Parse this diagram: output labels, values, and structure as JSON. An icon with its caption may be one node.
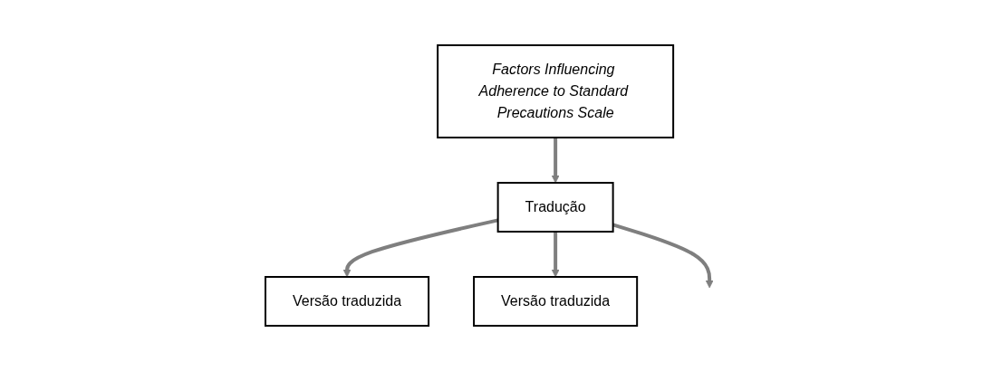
{
  "diagram": {
    "nodes": [
      {
        "text": [
          "Factors Influencing Adherence to Standard Precautions Scale"
        ]
      },
      {
        "text": [
          "Tradução"
        ]
      },
      {
        "text": [
          "Versão traduzida"
        ]
      },
      {
        "text": [
          "Versão traduzida"
        ]
      }
    ],
    "edges": [
      {
        "from": 0,
        "to": 1,
        "arrow": "to"
      },
      {
        "from": 1,
        "to": 2,
        "arrow": "to"
      },
      {
        "from": 1,
        "to": 3,
        "arrow": "to"
      },
      {
        "from": 1,
        "to": null,
        "arrow": "to"
      }
    ]
  }
}
